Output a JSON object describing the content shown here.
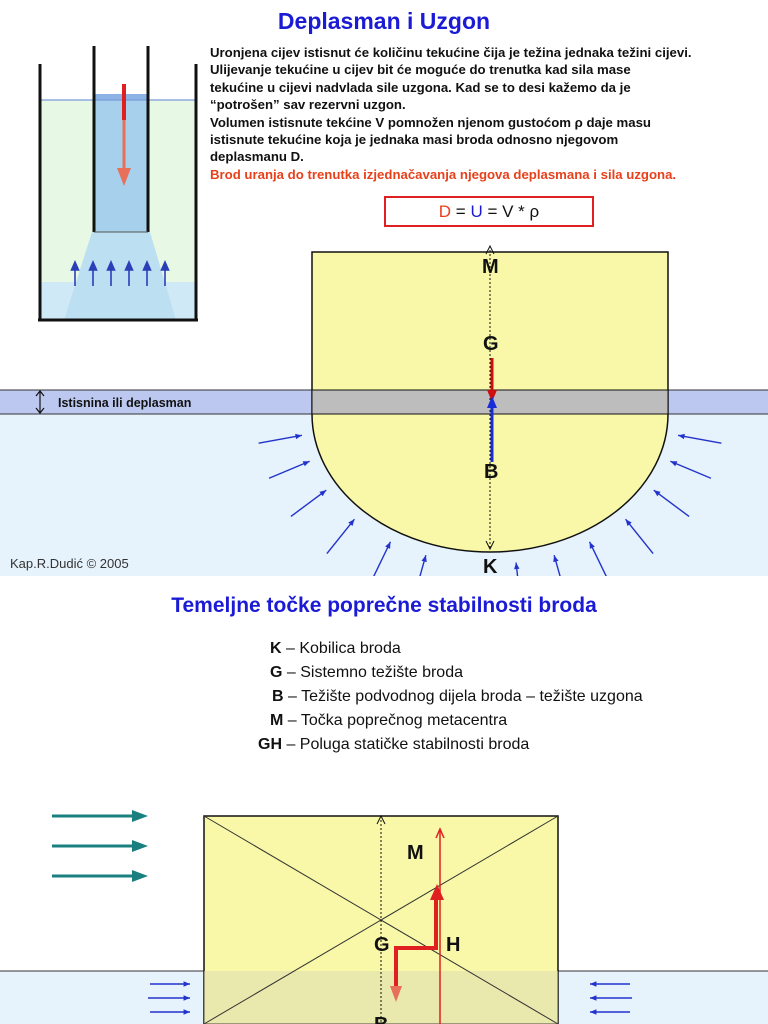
{
  "slide1": {
    "title": "Deplasman i Uzgon",
    "paragraph_lines": [
      "Uronjena cijev istisnut će količinu tekućine čija je težina jednaka težini cijevi.",
      "Ulijevanje tekućine u cijev bit će moguće do trenutka kad sila mase",
      "tekućine u cijevi nadvlada sile uzgona. Kad se to desi kažemo da je",
      "“potrošen” sav rezervni uzgon.",
      "Volumen istisnute tekćine V pomnožen njenom gustoćom ρ daje masu",
      "istisnute tekućine koja je jednaka masi broda odnosno njegovom",
      "deplasmanu D."
    ],
    "highlight": "Brod uranja do trenutka izjednačavanja njegova deplasmana i sila uzgona.",
    "formula": {
      "d": "D",
      "eq1": " = ",
      "u": "U",
      "rest": " = V * ρ"
    },
    "labels": {
      "m": "M",
      "g": "G",
      "b": "B",
      "k": "K"
    },
    "band_label": "Istisnina ili deplasman",
    "copyright": "Kap.R.Dudić © 2005"
  },
  "slide2": {
    "title": "Temeljne točke poprečne stabilnosti broda",
    "legend": [
      {
        "key": "K",
        "text": " – Kobilica broda"
      },
      {
        "key": "G",
        "text": " – Sistemno težište broda"
      },
      {
        "key": "B",
        "text": " – Težište podvodnog dijela broda – težište uzgona"
      },
      {
        "key": "M",
        "text": " – Točka poprečnog metacentra"
      },
      {
        "key": "GH",
        "text": " – Poluga statičke stabilnosti broda"
      }
    ],
    "labels": {
      "m": "M",
      "g": "G",
      "h": "H",
      "b": "B"
    }
  },
  "colors": {
    "title": "#1b1bd6",
    "hull": "#f8f8a8",
    "water": "#e6f2fc",
    "band": "#bcc8f0",
    "weight_arrow": "#e02020",
    "buoyancy_arrow": "#2233cc",
    "wind_arrow": "#1a7f7f",
    "tube_water": "#a6d0ec"
  }
}
